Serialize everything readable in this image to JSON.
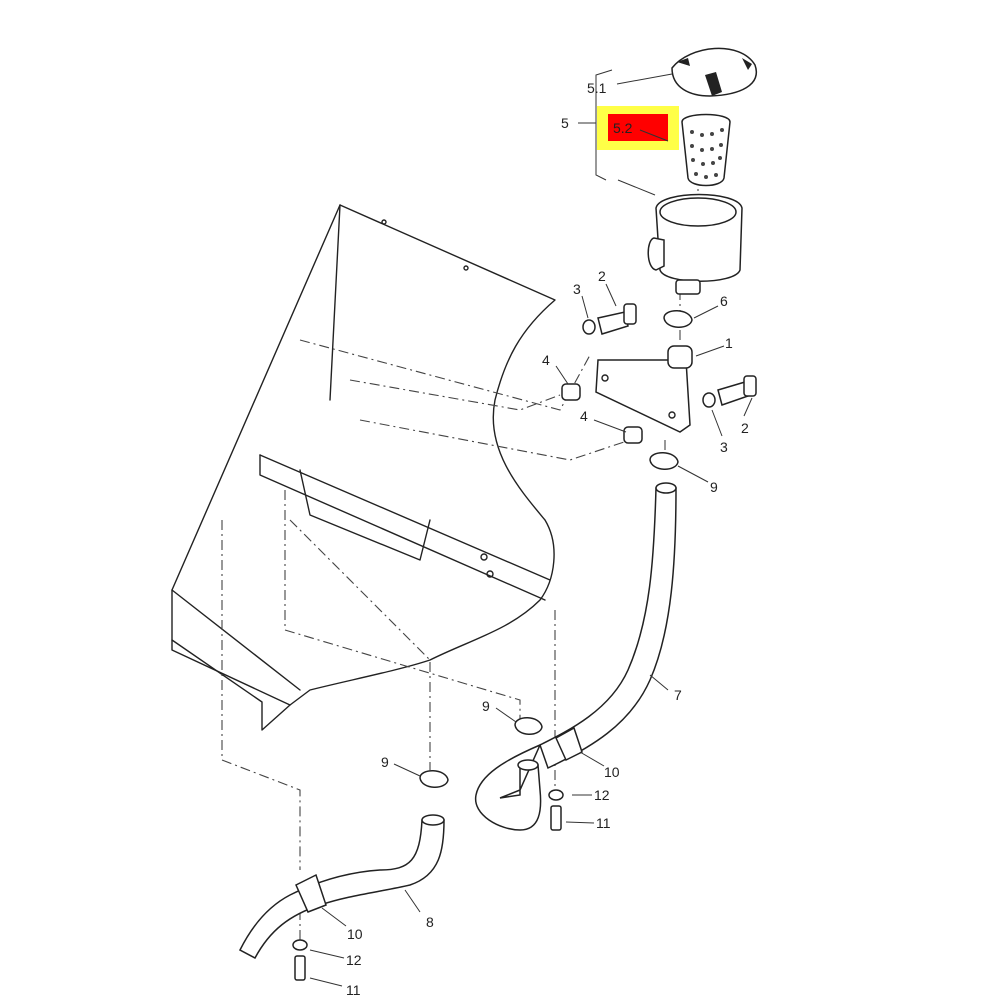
{
  "diagram": {
    "callouts": {
      "assembly": "5",
      "cap": "5.1",
      "filter": "5.2",
      "bracket": "1",
      "bolt_top": "2",
      "bolt_right": "2",
      "washer_top": "3",
      "washer_right": "3",
      "spacer_top": "4",
      "spacer_bottom": "4",
      "clamp_top": "6",
      "hose_main": "7",
      "hose_lower": "8",
      "clip_top": "9",
      "clip_mid": "9",
      "clip_low": "9",
      "pclamp_mid": "10",
      "pclamp_low": "10",
      "screw_mid": "11",
      "screw_low": "11",
      "washer_mid": "12",
      "washer_low": "12"
    },
    "highlight": {
      "outer_color": "#ffff33",
      "inner_color": "#ff0000"
    }
  }
}
